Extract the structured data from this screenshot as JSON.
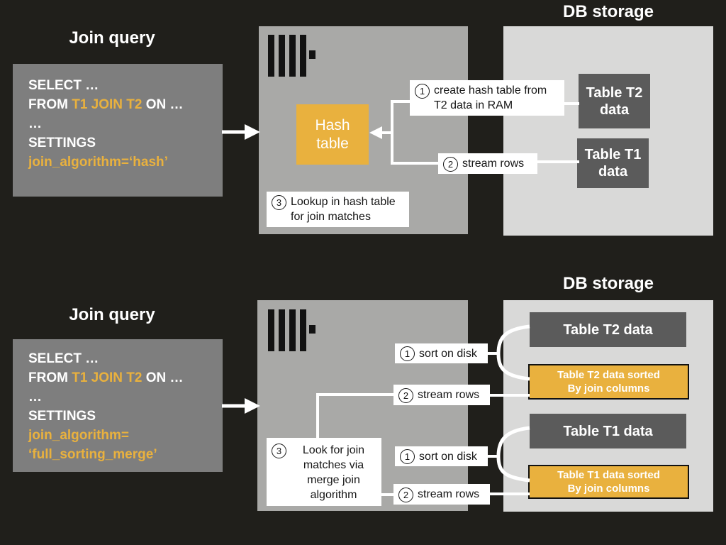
{
  "colors": {
    "background": "#201F1B",
    "accent_orange": "#E9B13E",
    "query_box_gray": "#7E7E7E",
    "server_box_gray": "#A9A9A7",
    "db_box_gray": "#D9D9D8",
    "table_dark_gray": "#5B5B5B",
    "annotation_bg": "#FFFFFF"
  },
  "top": {
    "join_query_title": "Join query",
    "db_storage_title": "DB storage",
    "sql": {
      "l1": "SELECT …",
      "l2a": "FROM ",
      "l2b": "T1 JOIN T2",
      "l2c": " ON …",
      "l3": "…",
      "l4": "SETTINGS",
      "l5": "join_algorithm=‘hash’"
    },
    "hash_table_label": "Hash table",
    "ann1": {
      "num": "1",
      "text": "create hash table from T2 data in RAM"
    },
    "ann2": {
      "num": "2",
      "text": "stream rows"
    },
    "ann3": {
      "num": "3",
      "text": "Lookup in hash table for join matches"
    },
    "table_t2": "Table T2 data",
    "table_t1": "Table T1 data"
  },
  "bottom": {
    "join_query_title": "Join query",
    "db_storage_title": "DB storage",
    "sql": {
      "l1": "SELECT …",
      "l2a": "FROM ",
      "l2b": "T1 JOIN T2",
      "l2c": " ON …",
      "l3": "…",
      "l4": "SETTINGS",
      "l5": "join_algorithm=",
      "l6": "‘full_sorting_merge’"
    },
    "ann_sort_t2": {
      "num": "1",
      "text": "sort on disk"
    },
    "ann_stream_t2": {
      "num": "2",
      "text": "stream rows"
    },
    "ann_sort_t1": {
      "num": "1",
      "text": "sort on disk"
    },
    "ann_stream_t1": {
      "num": "2",
      "text": "stream rows"
    },
    "ann3": {
      "num": "3",
      "text": "Look for join matches via merge join algorithm"
    },
    "table_t2": "Table T2 data",
    "table_t2_sorted_l1": "Table T2 data sorted",
    "table_t2_sorted_l2": "By join columns",
    "table_t1": "Table T1 data",
    "table_t1_sorted_l1": "Table T1 data sorted",
    "table_t1_sorted_l2": "By join columns"
  }
}
